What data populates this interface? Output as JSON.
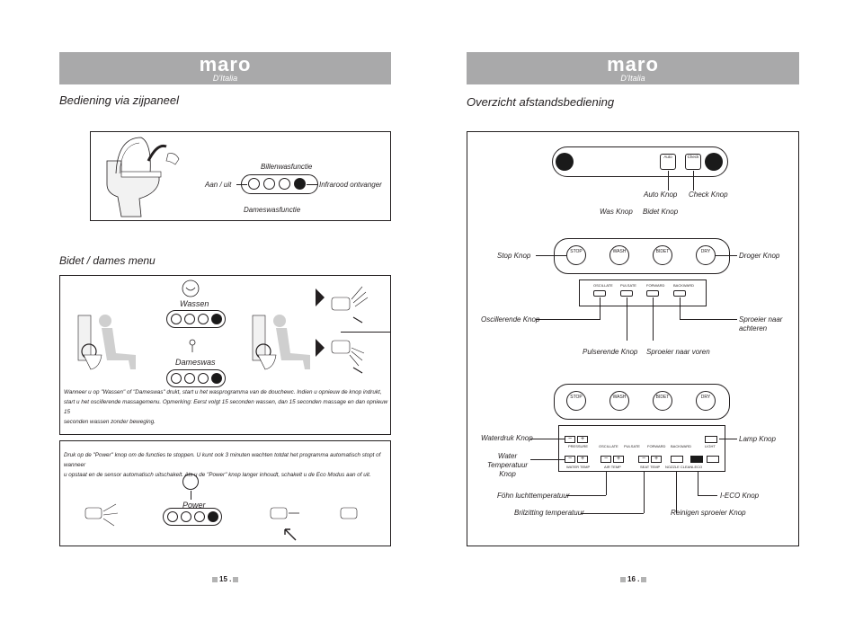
{
  "brand": {
    "name": "maro",
    "sub": "D'Italia"
  },
  "left": {
    "heading": "Bediening via zijpaneel",
    "panel_labels": {
      "bidet_wash": "Billenwasfunctie",
      "on_off": "Aan / uit",
      "infrared": "Infrarood ontvanger",
      "lady_wash": "Dameswasfunctie"
    },
    "bidet_menu": "Bidet / dames menu",
    "wassen": "Wassen",
    "dameswas": "Dameswas",
    "para1_lines": [
      "Wanneer u op \"Wassen\" of \"Dameswas\" drukt, start u het wasprogramma van de douchewc. Indien u opnieuw de knop indrukt,",
      "start u het oscillerende massagemenu. Opmerking: Eerst volgt 15 seconden wassen, dan 15 seconden massage en dan opnieuw 15",
      "seconden wassen zonder beweging."
    ],
    "para2_lines": [
      "Druk op de \"Power\" knop om de functies te stoppen. U kunt ook 3 minuten wachten totdat het programma automatisch stopt of wanneer",
      "u opstaat en de sensor automatisch uitschakelt. Als u de \"Power\" knop langer inhoudt, schakelt u de Eco Modus aan of uit."
    ],
    "power": "Power",
    "page": "15"
  },
  "right": {
    "heading": "Overzicht afstandsbediening",
    "top_buttons": {
      "auto": "Auto",
      "check": "Check"
    },
    "labels": {
      "auto_knop": "Auto  Knop",
      "check_knop": "Check  Knop",
      "was_knop": "Was Knop",
      "bidet_knop": "Bidet Knop",
      "stop_knop": "Stop Knop",
      "droger_knop": "Droger Knop",
      "oscillerende": "Oscillerende Knop",
      "sproeier_achteren_1": "Sproeier naar",
      "sproeier_achteren_2": "achteren",
      "pulserende": "Pulserende Knop",
      "sproeier_voren": "Sproeier naar voren",
      "waterdruk": "Waterdruk Knop",
      "lamp": "Lamp Knop",
      "water_temp_1": "Water",
      "water_temp_2": "Temperatuur",
      "water_temp_3": "Knop",
      "fohn": "Föhn luchttemperatuur",
      "ieco": "I-ECO Knop",
      "brilzitting": "Brilzitting temperatuur",
      "reinigen": "Reinigen sproeier Knop"
    },
    "main_buttons": [
      "STOP",
      "WASH",
      "BIDET",
      "DRY"
    ],
    "mode_buttons": [
      "OSCILLATE",
      "PULSATE",
      "FORWARD",
      "BACKWARD"
    ],
    "panel_row1": [
      "PRESSURE",
      "OSCILLATE",
      "PULSATE",
      "FORWARD",
      "BACKWARD",
      "LIGHT"
    ],
    "panel_row2": [
      "WATER TEMP",
      "AIR TEMP",
      "SEAT TEMP",
      "NOZZLE CLEAN",
      "I-ECO"
    ],
    "page": "16"
  }
}
